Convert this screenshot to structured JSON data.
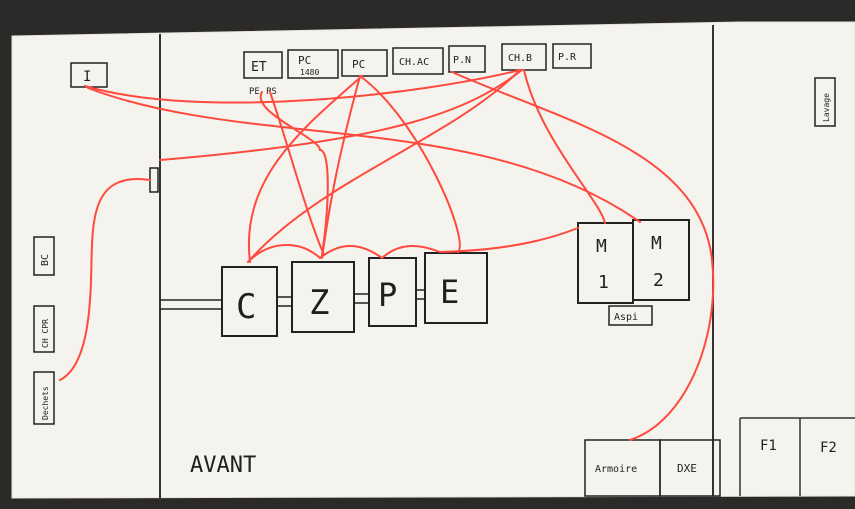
{
  "top_labels": [
    "ET",
    "PC",
    "1480",
    "PC",
    "CH.AC",
    "P.N",
    "CH.B",
    "P.R"
  ],
  "sub_labels": [
    "PE",
    "PS"
  ],
  "left_labels": [
    "I",
    "BC",
    "CH CPR",
    "Dechets"
  ],
  "right_label": "Lavage",
  "machines": [
    "C",
    "Z",
    "P",
    "E"
  ],
  "motor_m1": [
    "M",
    "1"
  ],
  "motor_m2": [
    "M",
    "2"
  ],
  "aspi": "Aspi",
  "bottom_labels": [
    "Armoire",
    "DXE"
  ],
  "f_labels": [
    "F1",
    "F2"
  ],
  "front_label": "AVANT",
  "colors": {
    "wire": "#ff4a3d",
    "paper": "#f4f3ee",
    "ink": "#1f1f1f"
  }
}
